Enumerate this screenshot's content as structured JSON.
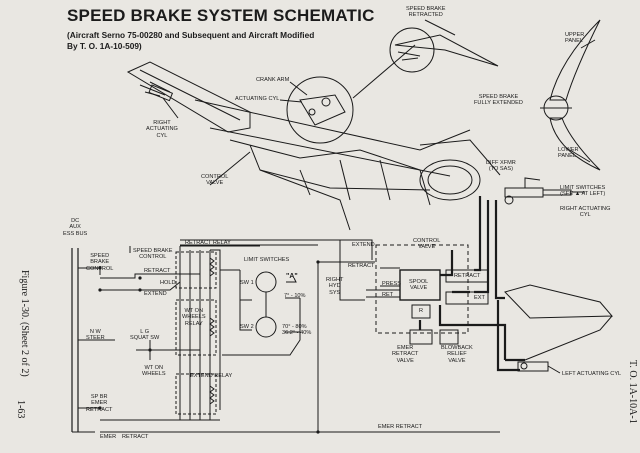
{
  "header": {
    "title": "SPEED BRAKE SYSTEM SCHEMATIC",
    "subtitle_line1": "(Aircraft Serno 75-00280 and Subsequent and Aircraft Modified",
    "subtitle_line2": "By T. O. 1A-10-509)"
  },
  "side": {
    "figure": "Figure 1-30.  (Sheet 2 of 2)",
    "page_number": "1-63",
    "to_number": "T. O. 1A-10A-1"
  },
  "labels": {
    "speed_brake_retracted": "SPEED BRAKE\nRETRACTED",
    "upper_panel": "UPPER\nPANEL",
    "speed_brake_fully_extended": "SPEED BRAKE\nFULLY EXTENDED",
    "lower_panel": "LOWER\nPANEL",
    "crank_arm": "CRANK ARM",
    "actuating_cyl": "ACTUATING CYL",
    "right_actuating_cyl_top": "RIGHT\nACTUATING\nCYL",
    "control_valve_top": "CONTROL\nVALVE",
    "diff_xfmr": "DIFF XFMR\n(TO SAS)",
    "limit_switches_see": "LIMIT SWITCHES\n(SEE ▲ AT LEFT)",
    "right_actuating_cyl_right": "RIGHT ACTUATING\nCYL",
    "dc_bus": "DC\nAUX\nESS BUS",
    "speed_brake_control_sw": "SPEED\nBRAKE\nCONTROL",
    "speed_brake_control": "SPEED BRAKE\nCONTROL",
    "retract": "RETRACT",
    "hold": "HOLD",
    "extend": "EXTEND",
    "retract_relay": "RETRACT RELAY",
    "limit_switches": "LIMIT SWITCHES",
    "sw1": "SW 1",
    "marker_a": "\"A\"",
    "sw1_range": "7° - 10%",
    "wt_on_wheels_relay": "WT ON\nWHEELS\nRELAY",
    "sw2": "SW 2",
    "sw2_range": "70° - 80%\n36.2° - 40%",
    "nw_steer": "N W\nSTEER",
    "lg_squat_sw": "L G\nSQUAT SW",
    "wt_on_wheels": "WT ON\nWHEELS",
    "extend_relay": "EXTEND RELAY",
    "sp_br_emer_retract": "SP BR\nEMER\nRETRACT",
    "emer": "EMER",
    "retract_bottom": "RETRACT",
    "extend_line": "EXTEND",
    "retract_line": "RETRACT",
    "right_hyd_sys": "RIGHT\nHYD\nSYS",
    "press": "PRESS",
    "ret": "RET",
    "control_valve_box": "CONTROL\nVALVE",
    "spool_valve": "SPOOL\nVALVE",
    "retract_port": "RETRACT",
    "ext_port": "EXT",
    "r_box": "R",
    "emer_retract_valve": "EMER\nRETRACT\nVALVE",
    "blowback_relief_valve": "BLOWBACK\nRELIEF\nVALVE",
    "emer_retract_line": "EMER RETRACT",
    "left_actuating_cyl": "LEFT ACTUATING CYL"
  },
  "colors": {
    "ink": "#1b1b1b",
    "paper": "#e9e7e2"
  }
}
